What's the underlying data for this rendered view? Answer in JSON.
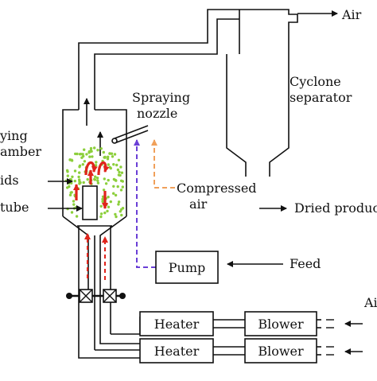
{
  "labels": {
    "air_top": "Air",
    "cyclone_line1": "Cyclone",
    "cyclone_line2": "separator",
    "spraying_line1": "Spraying",
    "spraying_line2": "nozzle",
    "chamber_line1": "ying",
    "chamber_line2": "amber",
    "solids": "ids",
    "tube": "tube",
    "compressed_line1": "Compressed",
    "compressed_line2": "air",
    "dried_product": "Dried product",
    "pump": "Pump",
    "feed": "Feed",
    "heater_1": "Heater",
    "heater_2": "Heater",
    "blower_1": "Blower",
    "blower_2": "Blower",
    "air_right": "Ai"
  },
  "colors": {
    "line": "#111111",
    "hot_air": "#e0241b",
    "feed_line": "#6a3fd6",
    "compressed_air_line": "#f0a05a",
    "particles": "#8ccf3c"
  }
}
